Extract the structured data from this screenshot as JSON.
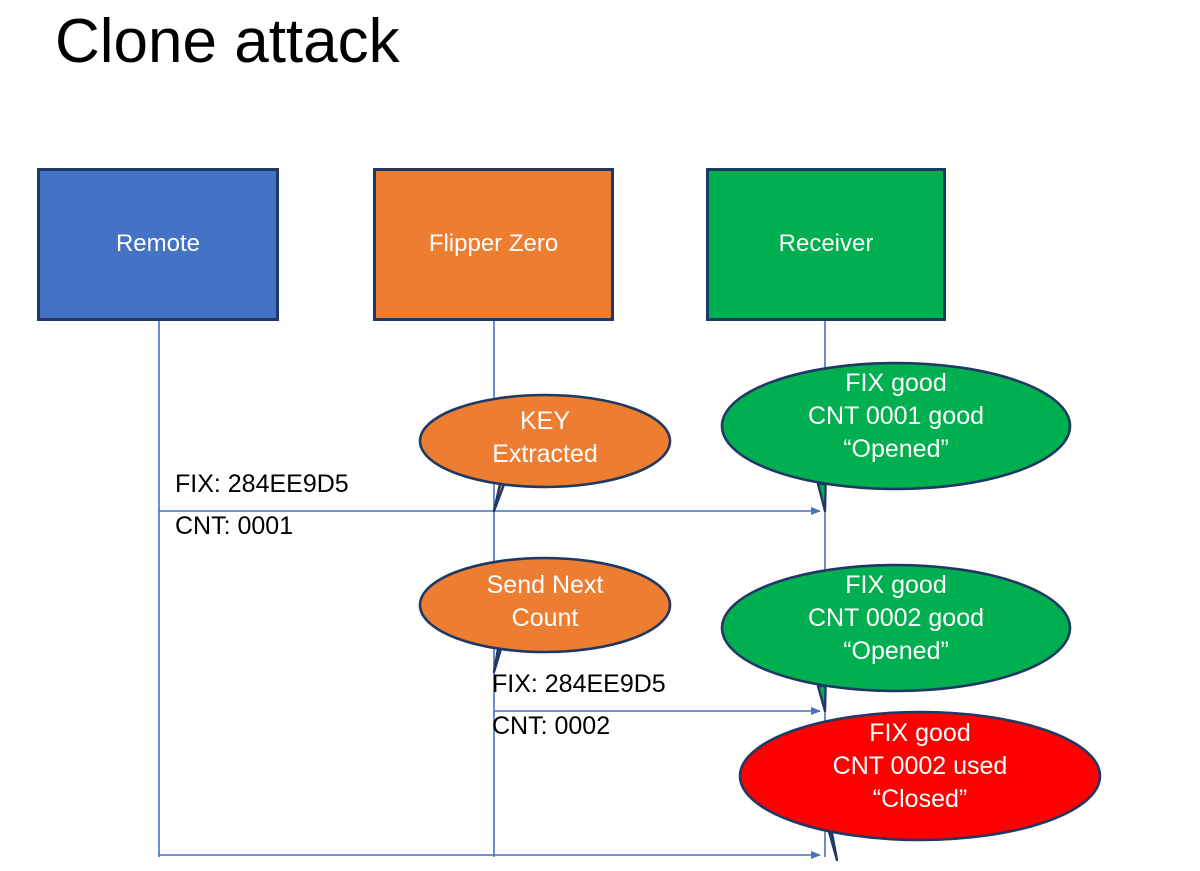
{
  "slide": {
    "title": "Clone attack",
    "background": "#FFFFFF"
  },
  "colors": {
    "blue": "#4472C4",
    "orange": "#ED7D31",
    "green": "#00B050",
    "red": "#FF0000",
    "outline": "#1F3864",
    "line": "#4472C4",
    "text_dark": "#000000",
    "text_light": "#FFFFFF"
  },
  "actors": [
    {
      "id": "remote",
      "label": "Remote",
      "color": "#4472C4"
    },
    {
      "id": "flipper",
      "label": "Flipper Zero",
      "color": "#ED7D31"
    },
    {
      "id": "receiver",
      "label": "Receiver",
      "color": "#00B050"
    }
  ],
  "messages": [
    {
      "id": "msg1",
      "line1": "FIX: 284EE9D5",
      "line2": "CNT: 0001",
      "from": "remote",
      "to": "receiver"
    },
    {
      "id": "msg2",
      "line1": "FIX: 284EE9D5",
      "line2": "CNT: 0002",
      "from": "flipper",
      "to": "receiver"
    },
    {
      "id": "msg3",
      "line1": "",
      "line2": "",
      "from": "remote",
      "to": "receiver"
    }
  ],
  "callouts": [
    {
      "id": "key-extracted",
      "color": "#ED7D31",
      "lines": [
        "KEY",
        "Extracted"
      ]
    },
    {
      "id": "receiver-ok-0001",
      "color": "#00B050",
      "lines": [
        "FIX good",
        "CNT 0001 good",
        "“Opened”"
      ]
    },
    {
      "id": "send-next-count",
      "color": "#ED7D31",
      "lines": [
        "Send Next",
        "Count"
      ]
    },
    {
      "id": "receiver-ok-0002",
      "color": "#00B050",
      "lines": [
        "FIX good",
        "CNT 0002 good",
        "“Opened”"
      ]
    },
    {
      "id": "receiver-closed-0002",
      "color": "#FF0000",
      "lines": [
        "FIX good",
        "CNT 0002 used",
        "“Closed”"
      ]
    }
  ],
  "text": {
    "actor_remote": "Remote",
    "actor_flipper": "Flipper Zero",
    "actor_receiver": "Receiver",
    "msg1_line1": "FIX: 284EE9D5",
    "msg1_line2": "CNT: 0001",
    "msg2_line1": "FIX: 284EE9D5",
    "msg2_line2": "CNT: 0002",
    "co1_l1": "KEY",
    "co1_l2": "Extracted",
    "co2_l1": "FIX good",
    "co2_l2": "CNT 0001 good",
    "co2_l3": "“Opened”",
    "co3_l1": "Send Next",
    "co3_l2": "Count",
    "co4_l1": "FIX good",
    "co4_l2": "CNT 0002 good",
    "co4_l3": "“Opened”",
    "co5_l1": "FIX good",
    "co5_l2": "CNT 0002 used",
    "co5_l3": "“Closed”"
  }
}
